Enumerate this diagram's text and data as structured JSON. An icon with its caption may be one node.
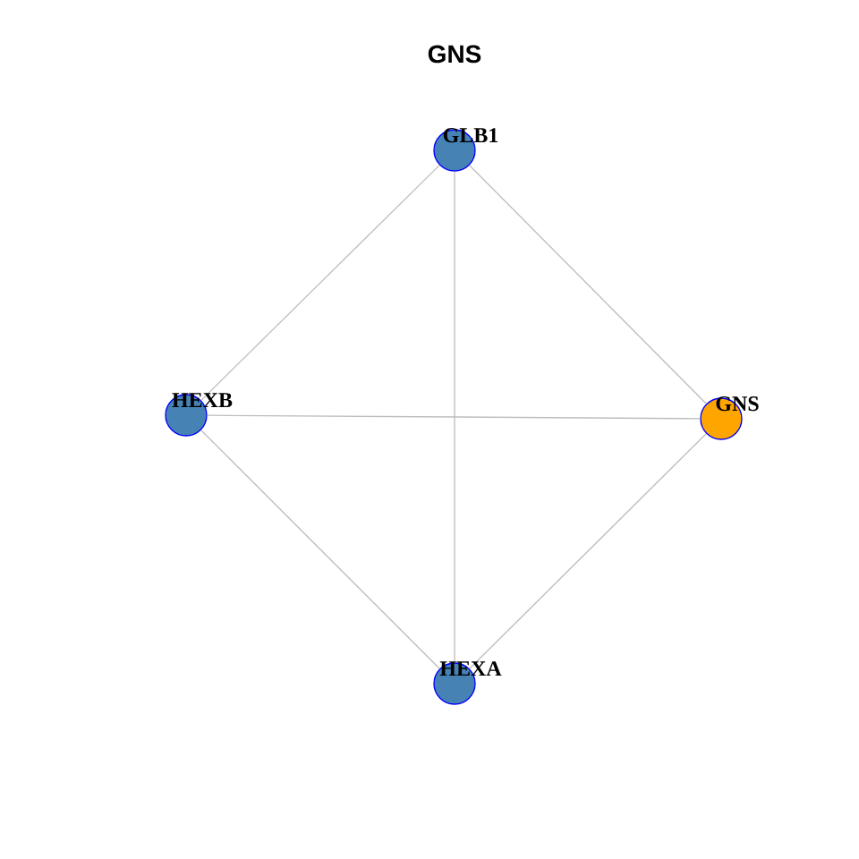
{
  "diagram": {
    "title": "GNS",
    "nodes": [
      {
        "text": [
          "GLB1"
        ]
      },
      {
        "text": [
          "HEXB"
        ]
      },
      {
        "text": [
          "GNS"
        ]
      },
      {
        "text": [
          "HEXA"
        ]
      }
    ],
    "edges": [
      {
        "from": 0,
        "to": 1,
        "arrow": "none"
      },
      {
        "from": 0,
        "to": 2,
        "arrow": "none"
      },
      {
        "from": 0,
        "to": 3,
        "arrow": "none"
      },
      {
        "from": 1,
        "to": 2,
        "arrow": "none"
      },
      {
        "from": 1,
        "to": 3,
        "arrow": "none"
      },
      {
        "from": 3,
        "to": 2,
        "arrow": "none"
      }
    ]
  }
}
